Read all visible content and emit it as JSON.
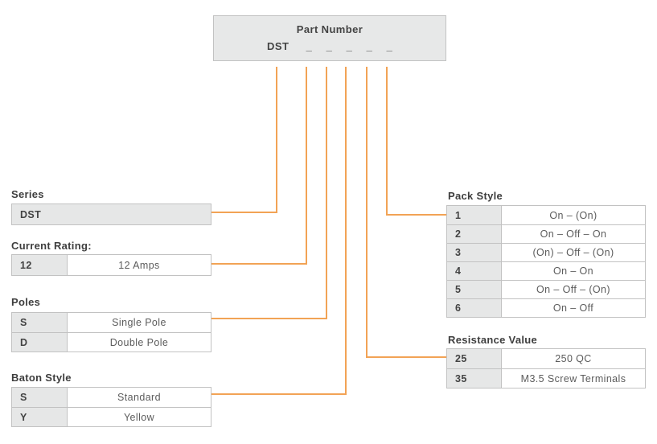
{
  "colors": {
    "accent": "#F2A355",
    "cell_fill": "#E6E7E7",
    "border": "#C2C2C2",
    "text_dark": "#434343",
    "text_value": "#5C5C5C"
  },
  "part_number_box": {
    "title": "Part Number",
    "prefix": "DST",
    "blanks": [
      "_",
      "_",
      "_",
      "_",
      "_"
    ]
  },
  "left_tables": [
    {
      "label": "Series",
      "rows": [
        {
          "code": "DST",
          "value": ""
        }
      ]
    },
    {
      "label": "Current Rating:",
      "rows": [
        {
          "code": "12",
          "value": "12 Amps"
        }
      ]
    },
    {
      "label": "Poles",
      "rows": [
        {
          "code": "S",
          "value": "Single Pole"
        },
        {
          "code": "D",
          "value": "Double Pole"
        }
      ]
    },
    {
      "label": "Baton Style",
      "rows": [
        {
          "code": "S",
          "value": "Standard"
        },
        {
          "code": "Y",
          "value": "Yellow"
        }
      ]
    }
  ],
  "right_tables": [
    {
      "label": "Pack Style",
      "rows": [
        {
          "code": "1",
          "value": "On – (On)"
        },
        {
          "code": "2",
          "value": "On – Off – On"
        },
        {
          "code": "3",
          "value": "(On) – Off – (On)"
        },
        {
          "code": "4",
          "value": "On – On"
        },
        {
          "code": "5",
          "value": "On – Off – (On)"
        },
        {
          "code": "6",
          "value": "On – Off"
        }
      ]
    },
    {
      "label": "Resistance Value",
      "rows": [
        {
          "code": "25",
          "value": "250 QC"
        },
        {
          "code": "35",
          "value": "M3.5 Screw Terminals"
        }
      ]
    }
  ]
}
